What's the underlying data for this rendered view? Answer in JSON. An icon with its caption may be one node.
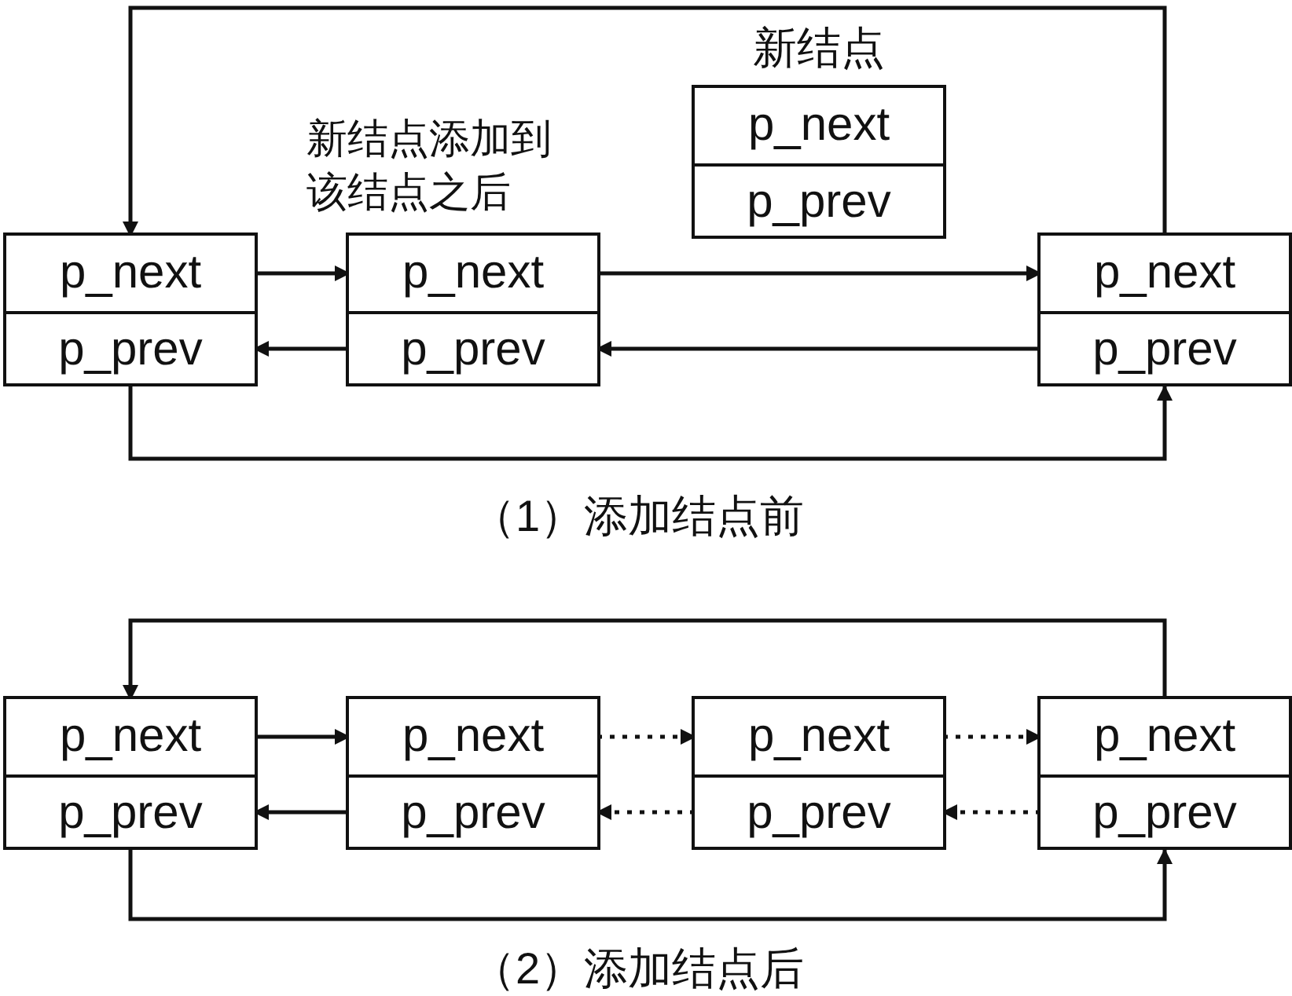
{
  "diagram": {
    "nodes": [
      {
        "text": [],
        "shape": "box"
      },
      {
        "text": [
          "p_next"
        ],
        "in": 0
      },
      {
        "text": [
          "p_prev"
        ],
        "in": 0
      },
      {
        "text": [],
        "shape": "box",
        "beside": [
          "新结点添加到该结点之后"
        ]
      },
      {
        "text": [
          "p_next"
        ],
        "in": 3
      },
      {
        "text": [
          "p_prev"
        ],
        "in": 3
      },
      {
        "text": [
          "新结点"
        ]
      },
      {
        "text": [
          "p_next"
        ],
        "in": 6
      },
      {
        "text": [
          "p_prev"
        ],
        "in": 6
      },
      {
        "text": [],
        "shape": "box"
      },
      {
        "text": [
          "p_next"
        ],
        "in": 9
      },
      {
        "text": [
          "p_prev"
        ],
        "in": 9
      },
      {
        "text": [],
        "shape": "box"
      },
      {
        "text": [
          "p_next"
        ],
        "in": 12
      },
      {
        "text": [
          "p_prev"
        ],
        "in": 12
      },
      {
        "text": [],
        "shape": "box"
      },
      {
        "text": [
          "p_next"
        ],
        "in": 15
      },
      {
        "text": [
          "p_prev"
        ],
        "in": 15
      },
      {
        "text": [],
        "shape": "box"
      },
      {
        "text": [
          "p_next"
        ],
        "in": 18
      },
      {
        "text": [
          "p_prev"
        ],
        "in": 18
      },
      {
        "text": [],
        "shape": "box"
      },
      {
        "text": [
          "p_next"
        ],
        "in": 21
      },
      {
        "text": [
          "p_prev"
        ],
        "in": 21
      }
    ],
    "edges": [
      {
        "from": 1,
        "to": 4,
        "arrow": "to"
      },
      {
        "from": 4,
        "to": 10,
        "arrow": "to"
      },
      {
        "from": 11,
        "to": 5,
        "arrow": "to"
      },
      {
        "from": 5,
        "to": 2,
        "arrow": "to"
      },
      {
        "from": 10,
        "to": 1,
        "arrow": "to"
      },
      {
        "from": 2,
        "to": 11,
        "arrow": "to"
      },
      {
        "from": 13,
        "to": 16,
        "arrow": "to"
      },
      {
        "from": 16,
        "to": 19,
        "arrow": "to",
        "style": "dashed"
      },
      {
        "from": 19,
        "to": 22,
        "arrow": "to",
        "style": "dashed"
      },
      {
        "from": 23,
        "to": 20,
        "arrow": "to",
        "style": "dashed"
      },
      {
        "from": 20,
        "to": 17,
        "arrow": "to",
        "style": "dashed"
      },
      {
        "from": 17,
        "to": 14,
        "arrow": "to"
      },
      {
        "from": 22,
        "to": 13,
        "arrow": "to"
      },
      {
        "from": 14,
        "to": 23,
        "arrow": "to"
      }
    ],
    "labels": [
      "（1）添加结点前",
      "（2）添加结点后"
    ]
  }
}
